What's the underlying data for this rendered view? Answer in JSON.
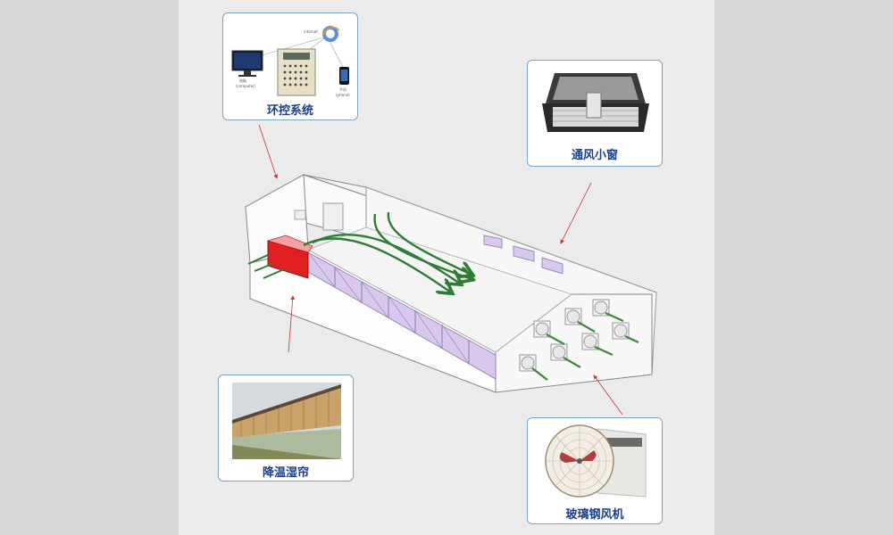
{
  "callouts": {
    "control_system": {
      "label": "环控系统",
      "internet_label": "internet",
      "computer_label": "电脑",
      "computer_sub": "(computer)",
      "phone_label": "手机",
      "phone_sub": "(phone)"
    },
    "vent_window": {
      "label": "通风小窗"
    },
    "cooling_pad": {
      "label": "降温湿帘"
    },
    "fan": {
      "label": "玻璃钢风机"
    }
  },
  "colors": {
    "border": "#7aa6c4",
    "label": "#1a3f8a",
    "airflow": "#2e7d32",
    "pad": "#e02020",
    "side_panel": "#d9c8ee",
    "arrow": "#d33030"
  }
}
